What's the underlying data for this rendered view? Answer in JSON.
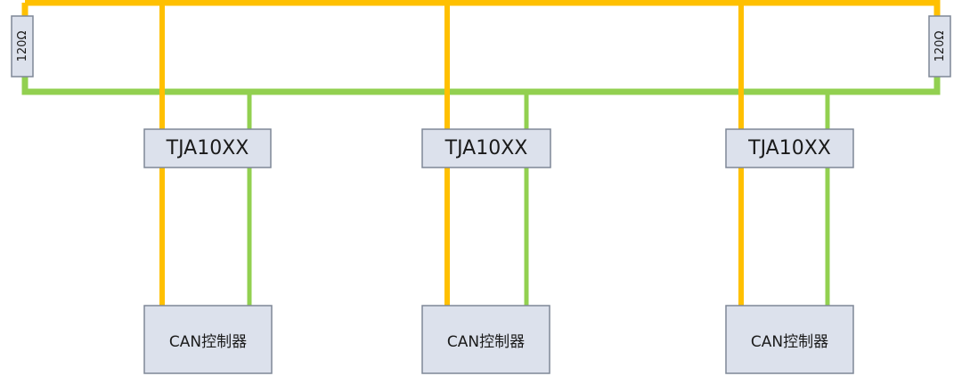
{
  "colors": {
    "can_h": "#FFC000",
    "can_l": "#92D050",
    "box_fill": "#DCE1EC",
    "box_stroke": "#7F8797"
  },
  "resistors": [
    {
      "label": "120Ω",
      "side": "left"
    },
    {
      "label": "120Ω",
      "side": "right"
    }
  ],
  "nodes": [
    {
      "transceiver": "TJA10XX",
      "controller": "CAN控制器"
    },
    {
      "transceiver": "TJA10XX",
      "controller": "CAN控制器"
    },
    {
      "transceiver": "TJA10XX",
      "controller": "CAN控制器"
    }
  ]
}
